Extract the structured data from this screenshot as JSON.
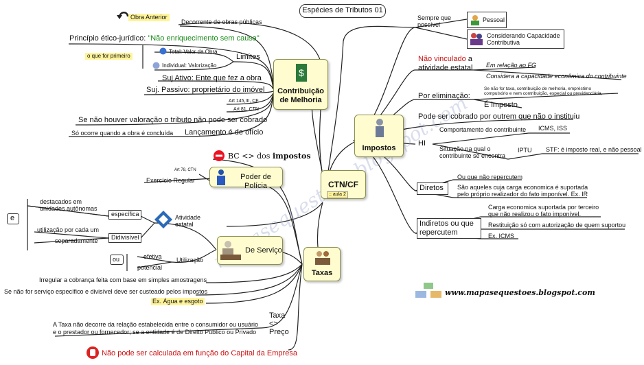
{
  "title": "Espécies de Tributos 01",
  "center": {
    "label": "CTN/CF",
    "note": ":: aula 2"
  },
  "watermark": "mapasequestoes.blogspot.com",
  "footer_site": "www.mapasequestoes.blogspot.com",
  "contribuicao": {
    "label_line1": "Contribuição",
    "label_line2": "de Melhoria",
    "obra_anterior": "Obra Anterior",
    "decorrente": "Decorrente de obras públicas",
    "principio_prefix": "Princípio ético-jurídico: ",
    "principio_highlight": "\"Não enriquecimento sem causa\"",
    "limites": "Limites",
    "limite_total": "Total: Valor da Obra",
    "limite_individual": "Individual: Valorização",
    "o_que_for_primeiro": "o que for primeiro",
    "suj_ativo": "Suj Ativo: Ente que fez a obra",
    "suj_passivo": "Suj. Passivo: proprietário do imóvel",
    "art145": "Art 145,III, CF",
    "art81": "Art 81, CTN",
    "sem_valoracao": "Se não houver valoração o tributo não pode ser cobrado",
    "lancamento": "Lançamento é de ofício",
    "so_ocorre": "Só ocorre quando a obra é concluída"
  },
  "impostos": {
    "label": "Impostos",
    "sempre_que_possivel": "Sempre que possível",
    "pessoal": "Pessoal",
    "capacidade_line1": "Considerando Capacidade",
    "capacidade_line2": "Contributiva",
    "nao_vinculado_red": "Não vinculado",
    "nao_vinculado_rest": " a",
    "atividade_estatal": "atividade estatal",
    "em_relacao_fg": "Em relação ao FG",
    "considera_capacidade": "Considera a capacidade econômica do contribuinte",
    "por_eliminacao": "Por eliminação:",
    "eliminacao_nota_line1": "Se não for taxa, contribuição de melhoria, empréstimo",
    "eliminacao_nota_line2": "compulsório e nem contribuição, especial ou previdenciária,",
    "e_imposto": "É  imposto",
    "pode_ser_cobrado": "Pode ser cobrado por outrem que não o instituiu",
    "hi": "HI",
    "comportamento": "Comportamento do contribuinte",
    "icms_iss": "ICMS, ISS",
    "situacao_line1": "Situação na qual o",
    "situacao_line2": "contribuinte se encontra",
    "iptu": "IPTU",
    "stf": "STF: é imposto real, e não pessoal",
    "diretos": "Diretos",
    "nao_repercutem": "Ou que não repercutem",
    "diretos_nota_line1": "São aqueles cuja carga economica é suportada",
    "diretos_nota_line2": "pelo próprio realizador do fato imponível. Ex. IR",
    "indiretos_line1": "Indiretos ou que",
    "indiretos_line2": "repercutem",
    "carga_line1": "Carga economica suportada por terceiro",
    "carga_line2": "que não realizou o fato imponível.",
    "restituicao": "Restituição só com autorização de quem suportou",
    "ex_icms": "Ex. ICMS"
  },
  "taxas": {
    "label": "Taxas",
    "bc_prefix": "BC <> dos ",
    "bc_bold": "impostos",
    "poder_policia": "Poder de Polícia",
    "art78": "Art 78, CTN",
    "exercicio_regular": "Exercício Regular",
    "de_servico": "De Serviço",
    "atividade_line1": "Atividade",
    "atividade_line2": "estatal",
    "especifica": "específica",
    "destacados_line1": "destacados em",
    "destacados_line2": "unidades autônomas",
    "e": "e",
    "divisivel": "Didivisível",
    "utilizacao_line1": "utilização por cada um",
    "separadamente": "separadamente",
    "utilizacao": "Utilização",
    "ou": "ou",
    "efetiva": "efetiva",
    "potencial": "potencial",
    "irregular": "Irregular a cobrança feita com base em simples amostragens",
    "nao_especifico": "Se não for serviço específico e divisível deve ser custeado pelos impostos",
    "ex_agua": "Ex. Água e esgoto",
    "taxa": "Taxa",
    "diff": "<>",
    "preco": "Preço",
    "taxa_nota_line1": "A Taxa não decorre da relação estabelecida entre o consumidor ou usuário",
    "taxa_nota_line2": "e o prestador ou fornecedor; se a entidade é de Direito Público ou Privado",
    "capital_empresa": "Não pode ser calculada em função do Capital da Empresa"
  },
  "colors": {
    "red": "#cc1111",
    "green": "#1a8a1a",
    "node_fill": "#fffccf",
    "highlight": "#fff49a"
  }
}
